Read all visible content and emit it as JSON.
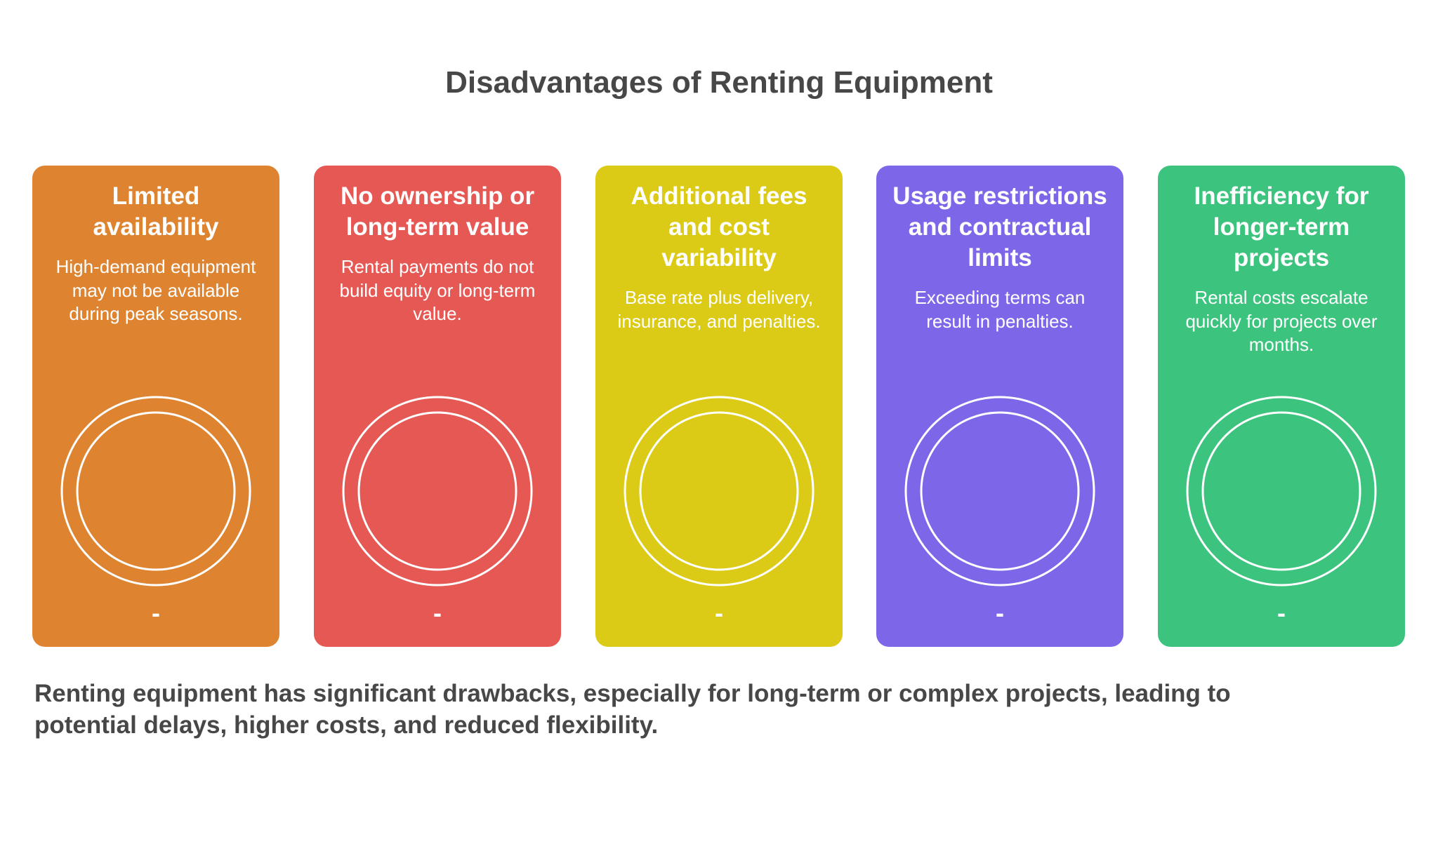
{
  "title": "Disadvantages of Renting Equipment",
  "cards": [
    {
      "title": "Limited availability",
      "description": "High-demand equipment may not be available during peak seasons.",
      "marker": "-",
      "color": "#DE8431"
    },
    {
      "title": "No ownership or long-term value",
      "description": "Rental payments do not build equity or long-term value.",
      "marker": "-",
      "color": "#E65854"
    },
    {
      "title": "Additional fees and cost variability",
      "description": "Base rate plus delivery, insurance, and penalties.",
      "marker": "-",
      "color": "#DCCB16"
    },
    {
      "title": "Usage restrictions and contractual limits",
      "description": "Exceeding terms can result in penalties.",
      "marker": "-",
      "color": "#7D67E8"
    },
    {
      "title": "Inefficiency for longer-term projects",
      "description": "Rental costs escalate quickly for projects over months.",
      "marker": "-",
      "color": "#3CC47F"
    }
  ],
  "summary": "Renting equipment has significant drawbacks, especially for long-term or complex projects, leading to potential delays, higher costs, and reduced flexibility.",
  "colors": {
    "heading_text": "#474747",
    "card_text": "#FFFFFF",
    "background": "#FFFFFF"
  }
}
